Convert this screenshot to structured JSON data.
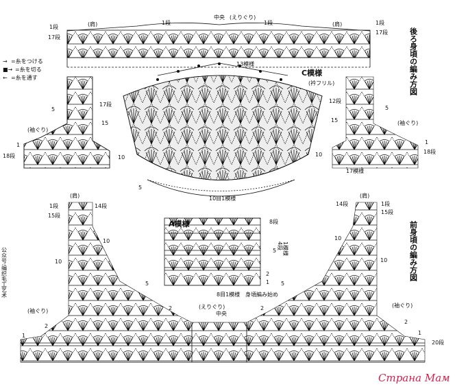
{
  "back": {
    "title": "後ろ身頃の編み方図",
    "center": "中央",
    "neckline": "(えりぐり)",
    "shoulder_left": "(肩)",
    "shoulder_right": "(肩)",
    "row_1_left": "1段",
    "row_17_left": "17段",
    "row_1_right": "1段",
    "row_17_right": "17段",
    "row_1_center": "1段",
    "row_1_center2": "1段",
    "pattern_count_top": "13模様",
    "armhole_left": "(袖ぐり)",
    "armhole_right": "(袖ぐり)",
    "row_18_left": "18段",
    "row_18_right": "18段",
    "pattern_count_right": "17模様",
    "side_5_left": "5",
    "side_5_right": "5",
    "side_1_left": "1",
    "side_1_right": "1",
    "side_1_left2": "1"
  },
  "legend": [
    {
      "symbol": "→",
      "text": "=糸をつける"
    },
    {
      "symbol": "■→",
      "text": "=糸を切る"
    },
    {
      "symbol": "←",
      "text": "=糸を通す"
    }
  ],
  "c_pattern": {
    "title": "C模様",
    "subtitle": "(衿フリル)",
    "row_17_l": "17段",
    "row_15_l": "15",
    "row_10_l": "10",
    "row_5_l": "5",
    "row_12_r": "12段",
    "row_15_r": "15",
    "row_10_r": "10",
    "bottom_count": "10目1模様",
    "arrow_label": "→"
  },
  "a_pattern": {
    "title": "A模様",
    "row_8": "8段",
    "row_4": "4段",
    "row_1pattern": "1模様",
    "row_5": "5",
    "row_2": "2",
    "row_1": "1",
    "bottom_count": "8目1模様",
    "bottom_note": "身頃編み始め"
  },
  "front": {
    "title": "前身頃の編み方図",
    "center": "中央",
    "neckline": "(えりぐり)",
    "shoulder_left": "(肩)",
    "shoulder_right": "(肩)",
    "row_1_left": "1段",
    "row_15_left": "15段",
    "row_14_left": "14段",
    "row_14_right": "14段",
    "row_1_right": "1段",
    "row_15_right": "15段",
    "row_10_l1": "10",
    "row_10_l2": "10",
    "row_5_l": "5",
    "row_10_r1": "10",
    "row_10_r2": "10",
    "row_5_r": "5",
    "armhole_left": "(袖ぐり)",
    "armhole_right": "(袖ぐり)",
    "row_2_l": "2",
    "row_2_r": "2",
    "row_2_cl": "2",
    "row_2_cr": "2",
    "row_1_l": "1",
    "row_1_r": "1",
    "row_20_right": "20段"
  },
  "watermark": "Страна Мам",
  "side_watermark": "公众号:编织毛工艺术"
}
